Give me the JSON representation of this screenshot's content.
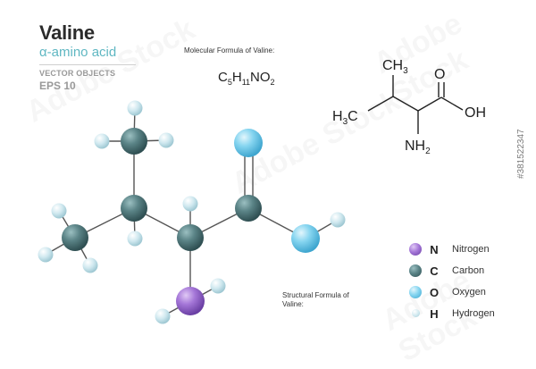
{
  "header": {
    "title": "Valine",
    "subtitle": "α-amino acid",
    "vector_text": "VECTOR OBJECTS",
    "eps_text": "EPS 10"
  },
  "molecular_formula": {
    "label": "Molecular Formula of Valine:",
    "C": "C",
    "C_count": "5",
    "H": "H",
    "H_count": "11",
    "rest": "NO",
    "O_count": "2"
  },
  "structural_formula": {
    "label": "Structural Formula of Valine:",
    "ch3_top": "CH",
    "ch3_top_sub": "3",
    "h3c_left_h": "H",
    "h3c_left_sub": "3",
    "h3c_left_c": "C",
    "oh": "OH",
    "o": "O",
    "nh2": "NH",
    "nh2_sub": "2"
  },
  "legend": [
    {
      "symbol": "N",
      "name": "Nitrogen",
      "color": "#a173d6"
    },
    {
      "symbol": "C",
      "name": "Carbon",
      "color": "#537b7e"
    },
    {
      "symbol": "O",
      "name": "Oxygen",
      "color": "#7fd0ec"
    },
    {
      "symbol": "H",
      "name": "Hydrogen",
      "color": "#cde8ef"
    }
  ],
  "watermark": "Adobe Stock",
  "stock_id": "#381522347"
}
